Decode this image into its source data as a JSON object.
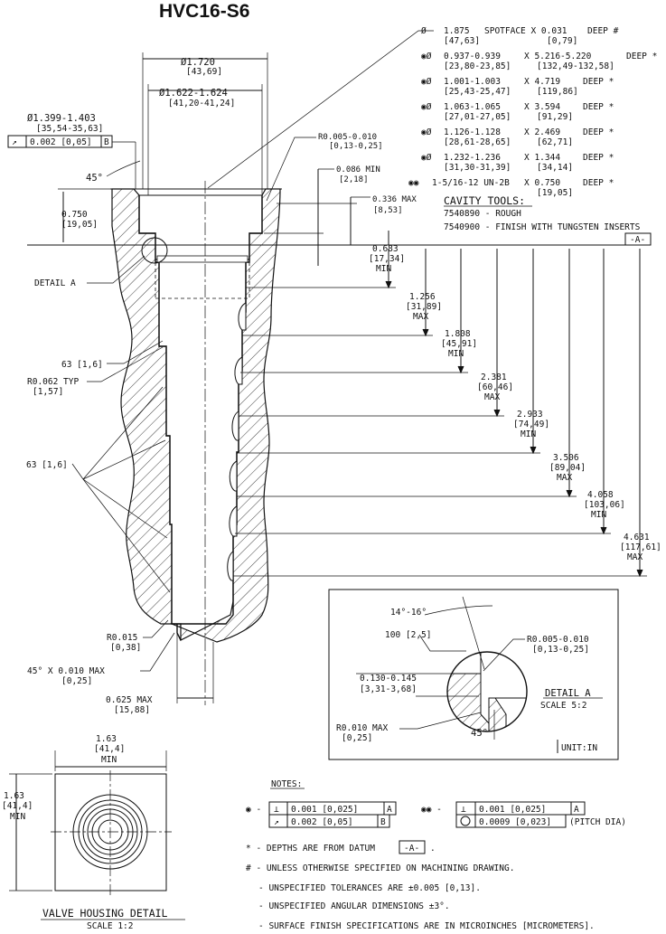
{
  "title": "HVC16-S6",
  "spotface_dims": [
    {
      "sym": "Ø",
      "size": "1.875",
      "size_mm": "[47,63]",
      "depth_label": "SPOTFACE X 0.031",
      "depth_mm": "[0,79]",
      "note": "DEEP #"
    },
    {
      "sym": "◉Ø",
      "size": "0.937-0.939",
      "size_mm": "[23,80-23,85]",
      "depth_label": "X 5.216-5.220",
      "depth_mm": "[132,49-132,58]",
      "note": "DEEP *"
    },
    {
      "sym": "◉Ø",
      "size": "1.001-1.003",
      "size_mm": "[25,43-25,47]",
      "depth_label": "X 4.719",
      "depth_mm": "[119,86]",
      "note": "DEEP *"
    },
    {
      "sym": "◉Ø",
      "size": "1.063-1.065",
      "size_mm": "[27,01-27,05]",
      "depth_label": "X 3.594",
      "depth_mm": "[91,29]",
      "note": "DEEP *"
    },
    {
      "sym": "◉Ø",
      "size": "1.126-1.128",
      "size_mm": "[28,61-28,65]",
      "depth_label": "X 2.469",
      "depth_mm": "[62,71]",
      "note": "DEEP *"
    },
    {
      "sym": "◉Ø",
      "size": "1.232-1.236",
      "size_mm": "[31,30-31,39]",
      "depth_label": "X 1.344",
      "depth_mm": "[34,14]",
      "note": "DEEP *"
    },
    {
      "sym": "◉◉",
      "size": "1-5/16-12 UN-2B",
      "size_mm": "",
      "depth_label": "X 0.750",
      "depth_mm": "[19,05]",
      "note": "DEEP *"
    }
  ],
  "cavity_tools": {
    "heading": "CAVITY TOOLS:",
    "rough": "7540890 - ROUGH",
    "finish": "7540900 - FINISH WITH TUNGSTEN INSERTS"
  },
  "datum_label": "-A-",
  "top_dims": {
    "d1720": "Ø1.720",
    "d1720_mm": "[43,69]",
    "d1622": "Ø1.622-1.624",
    "d1622_mm": "[41,20-41,24]",
    "d1399": "Ø1.399-1.403",
    "d1399_mm": "[35,54-35,63]",
    "runout": "0.002 [0,05]",
    "runout_datum": "B",
    "angle45": "45°",
    "d0750": "0.750",
    "d0750_mm": "[19,05]",
    "r0005": "R0.005-0.010",
    "r0005_mm": "[0,13-0,25]",
    "d0086": "0.086 MIN",
    "d0086_mm": "[2,18]",
    "d0336": "0.336 MAX",
    "d0336_mm": "[8,53]"
  },
  "depth_dims": [
    {
      "v": "0.683",
      "mm": "[17,34]",
      "q": "MIN"
    },
    {
      "v": "1.256",
      "mm": "[31,89]",
      "q": "MAX"
    },
    {
      "v": "1.808",
      "mm": "[45,91]",
      "q": "MIN"
    },
    {
      "v": "2.381",
      "mm": "[60,46]",
      "q": "MAX"
    },
    {
      "v": "2.933",
      "mm": "[74,49]",
      "q": "MIN"
    },
    {
      "v": "3.506",
      "mm": "[89,04]",
      "q": "MAX"
    },
    {
      "v": "4.058",
      "mm": "[103,06]",
      "q": "MIN"
    },
    {
      "v": "4.631",
      "mm": "[117,61]",
      "q": "MAX"
    }
  ],
  "left_labels": {
    "detail_a": "DETAIL A",
    "f63a": "63 [1,6]",
    "r0062": "R0.062 TYP",
    "r0062_mm": "[1,57]",
    "f63b": "63 [1,6]",
    "r0015": "R0.015",
    "r0015_mm": "[0,38]",
    "chamfer": "45° X 0.010 MAX",
    "chamfer_mm": "[0,25]",
    "d0625": "0.625  MAX",
    "d0625_mm": "[15,88]"
  },
  "detail": {
    "angle": "14°-16°",
    "d100": "100 [2,5]",
    "r0005": "R0.005-0.010",
    "r0005_mm": "[0,13-0,25]",
    "d0130": "0.130-0.145",
    "d0130_mm": "[3,31-3,68]",
    "r0010": "R0.010 MAX",
    "r0010_mm": "[0,25]",
    "angle45": "45°",
    "title": "DETAIL  A",
    "scale": "SCALE  5:2",
    "unit": "UNIT:IN"
  },
  "housing": {
    "w": "1.63",
    "w_mm": "[41,4]",
    "w_q": "MIN",
    "h": "1.63",
    "h_mm": "[41,4]",
    "h_q": "MIN",
    "title": "VALVE HOUSING DETAIL",
    "scale": "SCALE  1:2"
  },
  "notes": {
    "heading": "NOTES:",
    "fcf1_sym": "◉ -",
    "fcf1_row1": "0.001 [0,025]",
    "fcf1_row1_datum": "A",
    "fcf1_row2": "0.002 [0,05]",
    "fcf1_row2_datum": "B",
    "fcf2_sym": "◉◉ -",
    "fcf2_row1": "0.001 [0,025]",
    "fcf2_row1_datum": "A",
    "fcf2_row2": "0.0009 [0,023]",
    "fcf2_pitch": "(PITCH DIA)",
    "n1_pre": "* - DEPTHS ARE FROM DATUM",
    "n1_datum": "-A-",
    "n1_post": ".",
    "n2": "# - UNLESS OTHERWISE SPECIFIED ON MACHINING DRAWING.",
    "n3": "- UNSPECIFIED TOLERANCES ARE ±0.005 [0,13].",
    "n4": "- UNSPECIFIED ANGULAR DIMENSIONS ±3°.",
    "n5": "- SURFACE FINISH SPECIFICATIONS ARE IN MICROINCHES [MICROMETERS]."
  }
}
